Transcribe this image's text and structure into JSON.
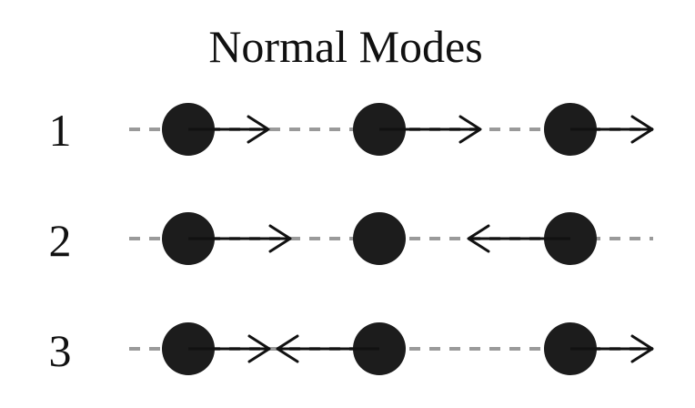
{
  "title": "Normal Modes",
  "colors": {
    "ink": "#111111",
    "mass": "#1c1c1c",
    "rail": "#9a9a9a",
    "background": "#ffffff"
  },
  "modes": [
    {
      "label": "1",
      "arrows": [
        "right",
        "right",
        "right"
      ]
    },
    {
      "label": "2",
      "arrows": [
        "right",
        "none",
        "left"
      ]
    },
    {
      "label": "3",
      "arrows": [
        "right",
        "left",
        "right"
      ]
    }
  ]
}
